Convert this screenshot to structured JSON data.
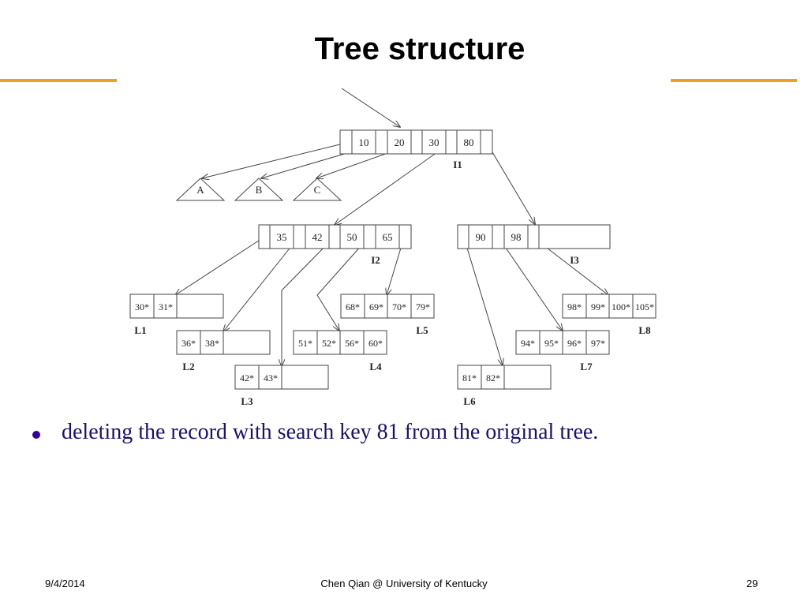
{
  "slide": {
    "title": "Tree structure",
    "bullet": "deleting the record with search key 81 from the original tree.",
    "footer": {
      "date": "9/4/2014",
      "author": "Chen Qian @ University of Kentucky",
      "page": "29"
    },
    "accent_color": "#f0a020",
    "bullet_color": "#330099"
  },
  "tree": {
    "root": {
      "label": "I1",
      "keys": [
        "10",
        "20",
        "30",
        "80"
      ]
    },
    "subtrees": [
      "A",
      "B",
      "C"
    ],
    "internal": [
      {
        "label": "I2",
        "keys": [
          "35",
          "42",
          "50",
          "65"
        ]
      },
      {
        "label": "I3",
        "keys": [
          "90",
          "98"
        ]
      }
    ],
    "leaves": [
      {
        "label": "L1",
        "keys": [
          "30*",
          "31*"
        ]
      },
      {
        "label": "L2",
        "keys": [
          "36*",
          "38*"
        ]
      },
      {
        "label": "L3",
        "keys": [
          "42*",
          "43*"
        ]
      },
      {
        "label": "L4",
        "keys": [
          "51*",
          "52*",
          "56*",
          "60*"
        ]
      },
      {
        "label": "L5",
        "keys": [
          "68*",
          "69*",
          "70*",
          "79*"
        ]
      },
      {
        "label": "L6",
        "keys": [
          "81*",
          "82*"
        ]
      },
      {
        "label": "L7",
        "keys": [
          "94*",
          "95*",
          "96*",
          "97*"
        ]
      },
      {
        "label": "L8",
        "keys": [
          "98*",
          "99*",
          "100*",
          "105*"
        ]
      }
    ]
  }
}
